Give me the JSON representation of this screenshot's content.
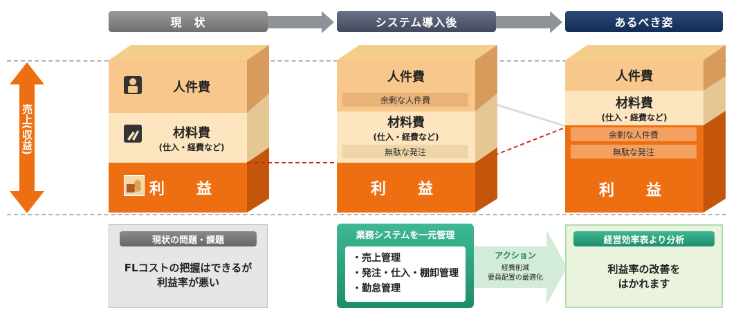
{
  "headers": {
    "current": "現　状",
    "after": "システム導入後",
    "ideal": "あるべき姿"
  },
  "axis_label": "売上(収益)",
  "current": {
    "labor": "人件費",
    "material": "材料費",
    "material_sub": "(仕入・経費など)",
    "profit": "利　益"
  },
  "after": {
    "labor": "人件費",
    "excess_labor": "余剰な人件費",
    "material": "材料費",
    "material_sub": "(仕入・経費など)",
    "wasteful_orders": "無駄な発注",
    "profit": "利　益"
  },
  "ideal": {
    "labor": "人件費",
    "material": "材料費",
    "material_sub": "(仕入・経費など)",
    "excess_labor": "余剰な人件費",
    "wasteful_orders": "無駄な発注",
    "profit": "利　益"
  },
  "bottom": {
    "current_title": "現状の問題・課題",
    "current_line1": "FLコストの把握はできるが",
    "current_line2": "利益率が悪い",
    "after_title": "業務システムを一元管理",
    "after_items": [
      "・売上管理",
      "・発注・仕入・棚卸管理",
      "・勤怠管理"
    ],
    "action_title": "アクション",
    "action_line1": "経費削減",
    "action_line2": "要員配置の最適化",
    "ideal_title": "経営効率表より分析",
    "ideal_line1": "利益率の改善を",
    "ideal_line2": "はかれます"
  },
  "colors": {
    "orange": "#ee6f12",
    "orange_side": "#c4560c",
    "labor": "#f8c78b",
    "material": "#fde6bf",
    "top": "#f5cd8a",
    "teal": "#2fa784",
    "light_green": "#eaf4dc"
  },
  "icons": [
    "person-icon",
    "wrench-icon",
    "money-icon"
  ]
}
